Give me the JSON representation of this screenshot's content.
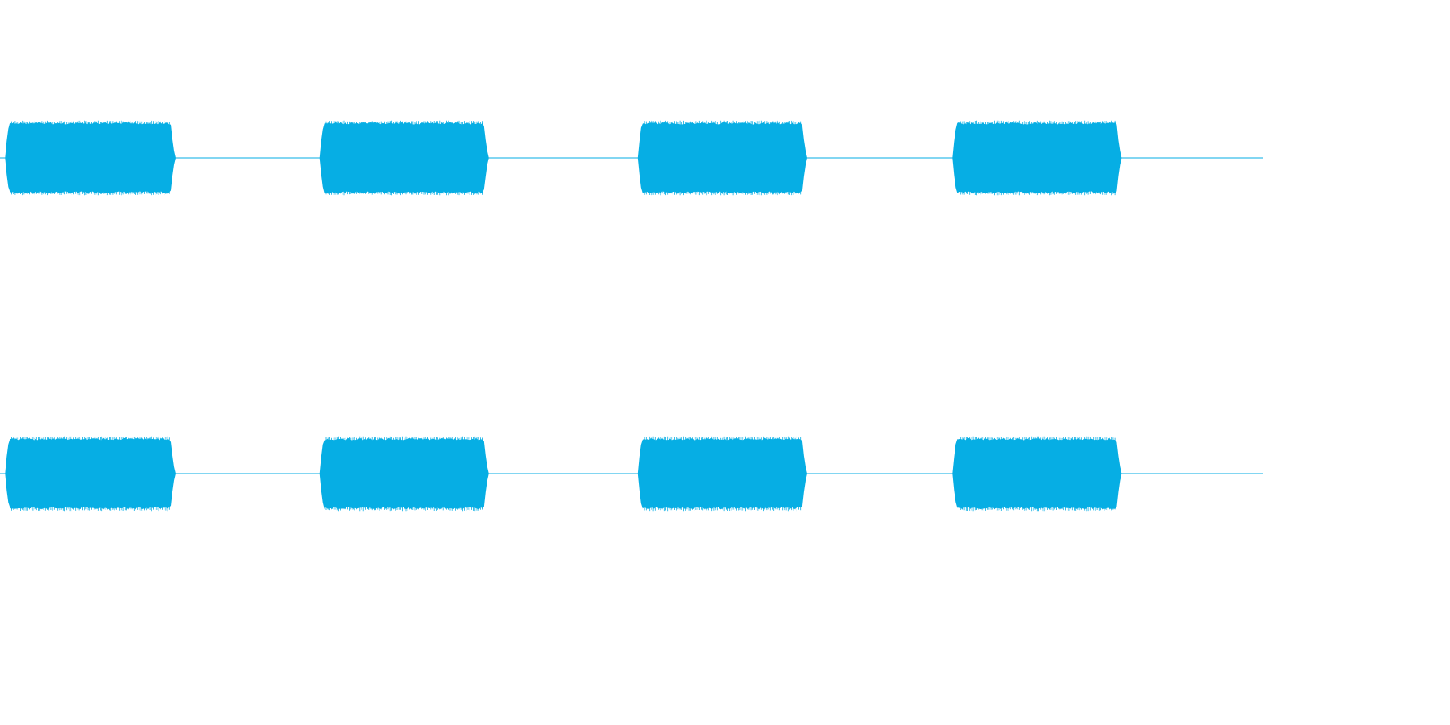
{
  "colors": {
    "waveform": "#06aee4",
    "background": "#ffffff"
  },
  "chart_data": {
    "type": "area",
    "title": "",
    "xlabel": "",
    "ylabel": "",
    "grid": false,
    "legend": "none",
    "xlim": [
      0,
      1
    ],
    "ylim": [
      -1,
      1
    ],
    "channels": [
      {
        "bursts": [
          {
            "start": 0.008,
            "end": 0.135,
            "amplitude": 0.45
          },
          {
            "start": 0.257,
            "end": 0.383,
            "amplitude": 0.45
          },
          {
            "start": 0.509,
            "end": 0.635,
            "amplitude": 0.45
          },
          {
            "start": 0.758,
            "end": 0.884,
            "amplitude": 0.45
          }
        ]
      },
      {
        "bursts": [
          {
            "start": 0.008,
            "end": 0.135,
            "amplitude": 0.45
          },
          {
            "start": 0.257,
            "end": 0.383,
            "amplitude": 0.45
          },
          {
            "start": 0.509,
            "end": 0.635,
            "amplitude": 0.45
          },
          {
            "start": 0.758,
            "end": 0.884,
            "amplitude": 0.45
          }
        ]
      }
    ]
  }
}
